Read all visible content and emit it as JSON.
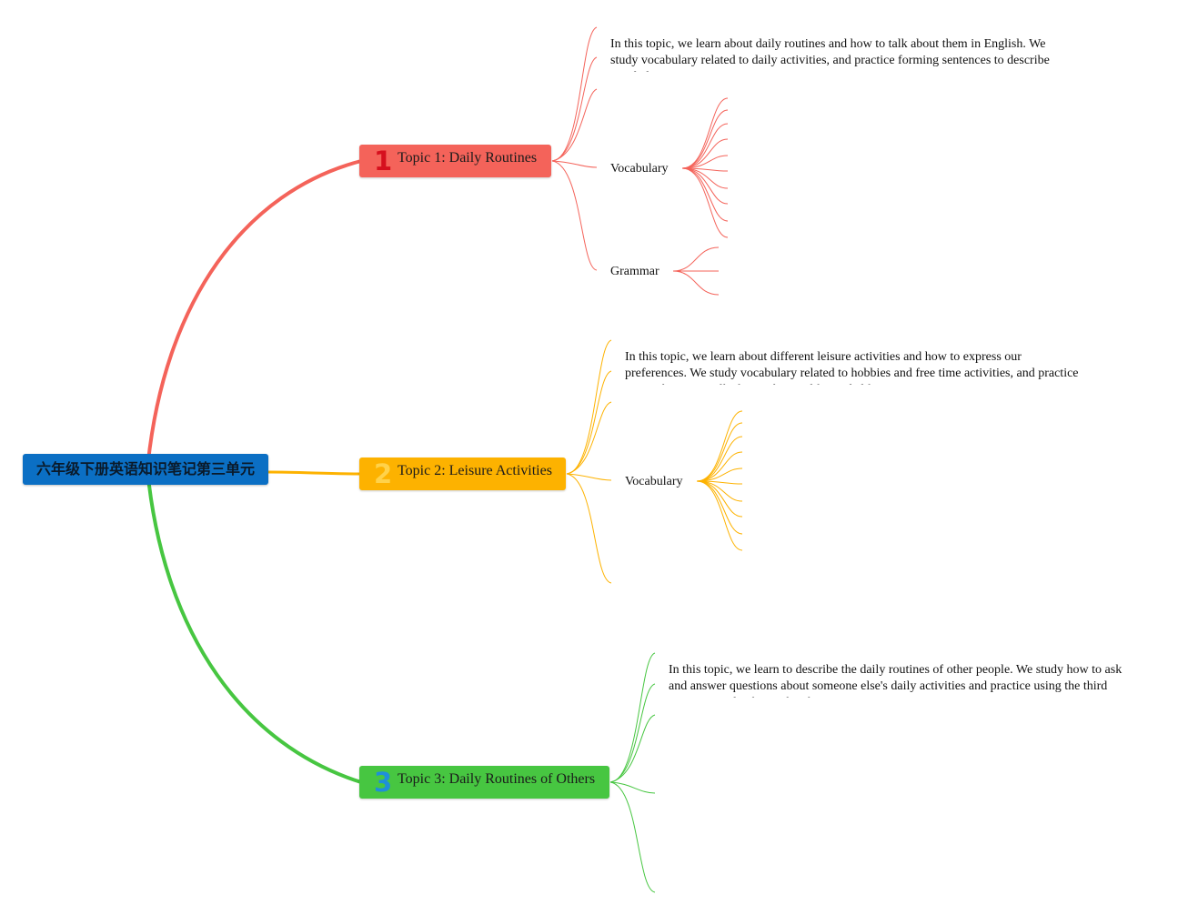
{
  "root": {
    "label": "六年级下册英语知识笔记第三单元"
  },
  "colors": {
    "root": "#0b6fc4",
    "topic1": "#f4635a",
    "topic2": "#fdb200",
    "topic3": "#47c641"
  },
  "topics": [
    {
      "number": "1",
      "label": "Topic 1: Daily Routines",
      "description": "In this topic, we learn about daily routines and how to talk about them in English. We study vocabulary related to daily activities, and practice forming sentences to describe our daily routines.",
      "subtopics": [
        "Vocabulary",
        "Grammar"
      ]
    },
    {
      "number": "2",
      "label": "Topic 2: Leisure Activities",
      "description": "In this topic, we learn about different leisure activities and how to express our preferences. We study vocabulary related to hobbies and free time activities, and practice using phrases to talk about what we like or dislike.",
      "subtopics": [
        "Vocabulary"
      ]
    },
    {
      "number": "3",
      "label": "Topic 3: Daily Routines of Others",
      "description": "In this topic, we learn to describe the daily routines of other people. We study how to ask and answer questions about someone else's daily activities and practice using the third person singular form of verbs.",
      "subtopics": []
    }
  ]
}
